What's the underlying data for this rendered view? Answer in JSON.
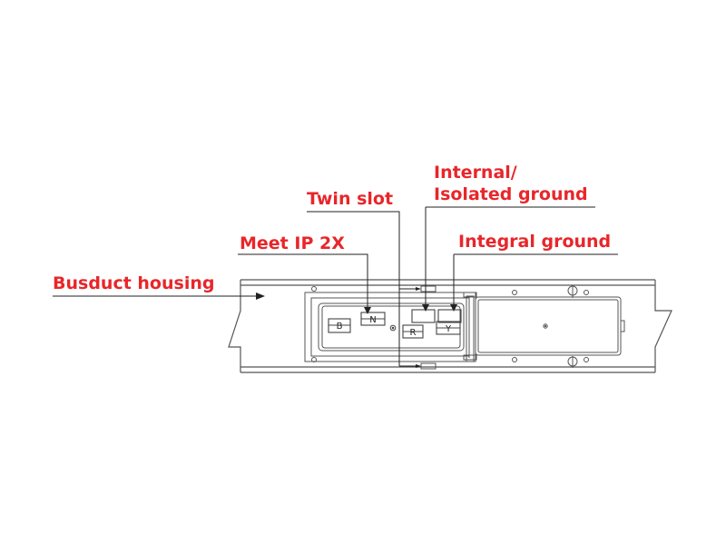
{
  "colors": {
    "callout_text": "#e8262a",
    "drawing_line": "#555555",
    "leader_line": "#222222",
    "background": "#ffffff"
  },
  "callouts": {
    "busduct_housing": "Busduct housing",
    "meet_ip2x": "Meet IP 2X",
    "twin_slot": "Twin slot",
    "internal_ground_line1": "Internal/",
    "internal_ground_line2": "Isolated ground",
    "integral_ground": "Integral ground"
  },
  "phase_labels": {
    "b": "B",
    "n": "N",
    "r": "R",
    "y": "Y"
  }
}
